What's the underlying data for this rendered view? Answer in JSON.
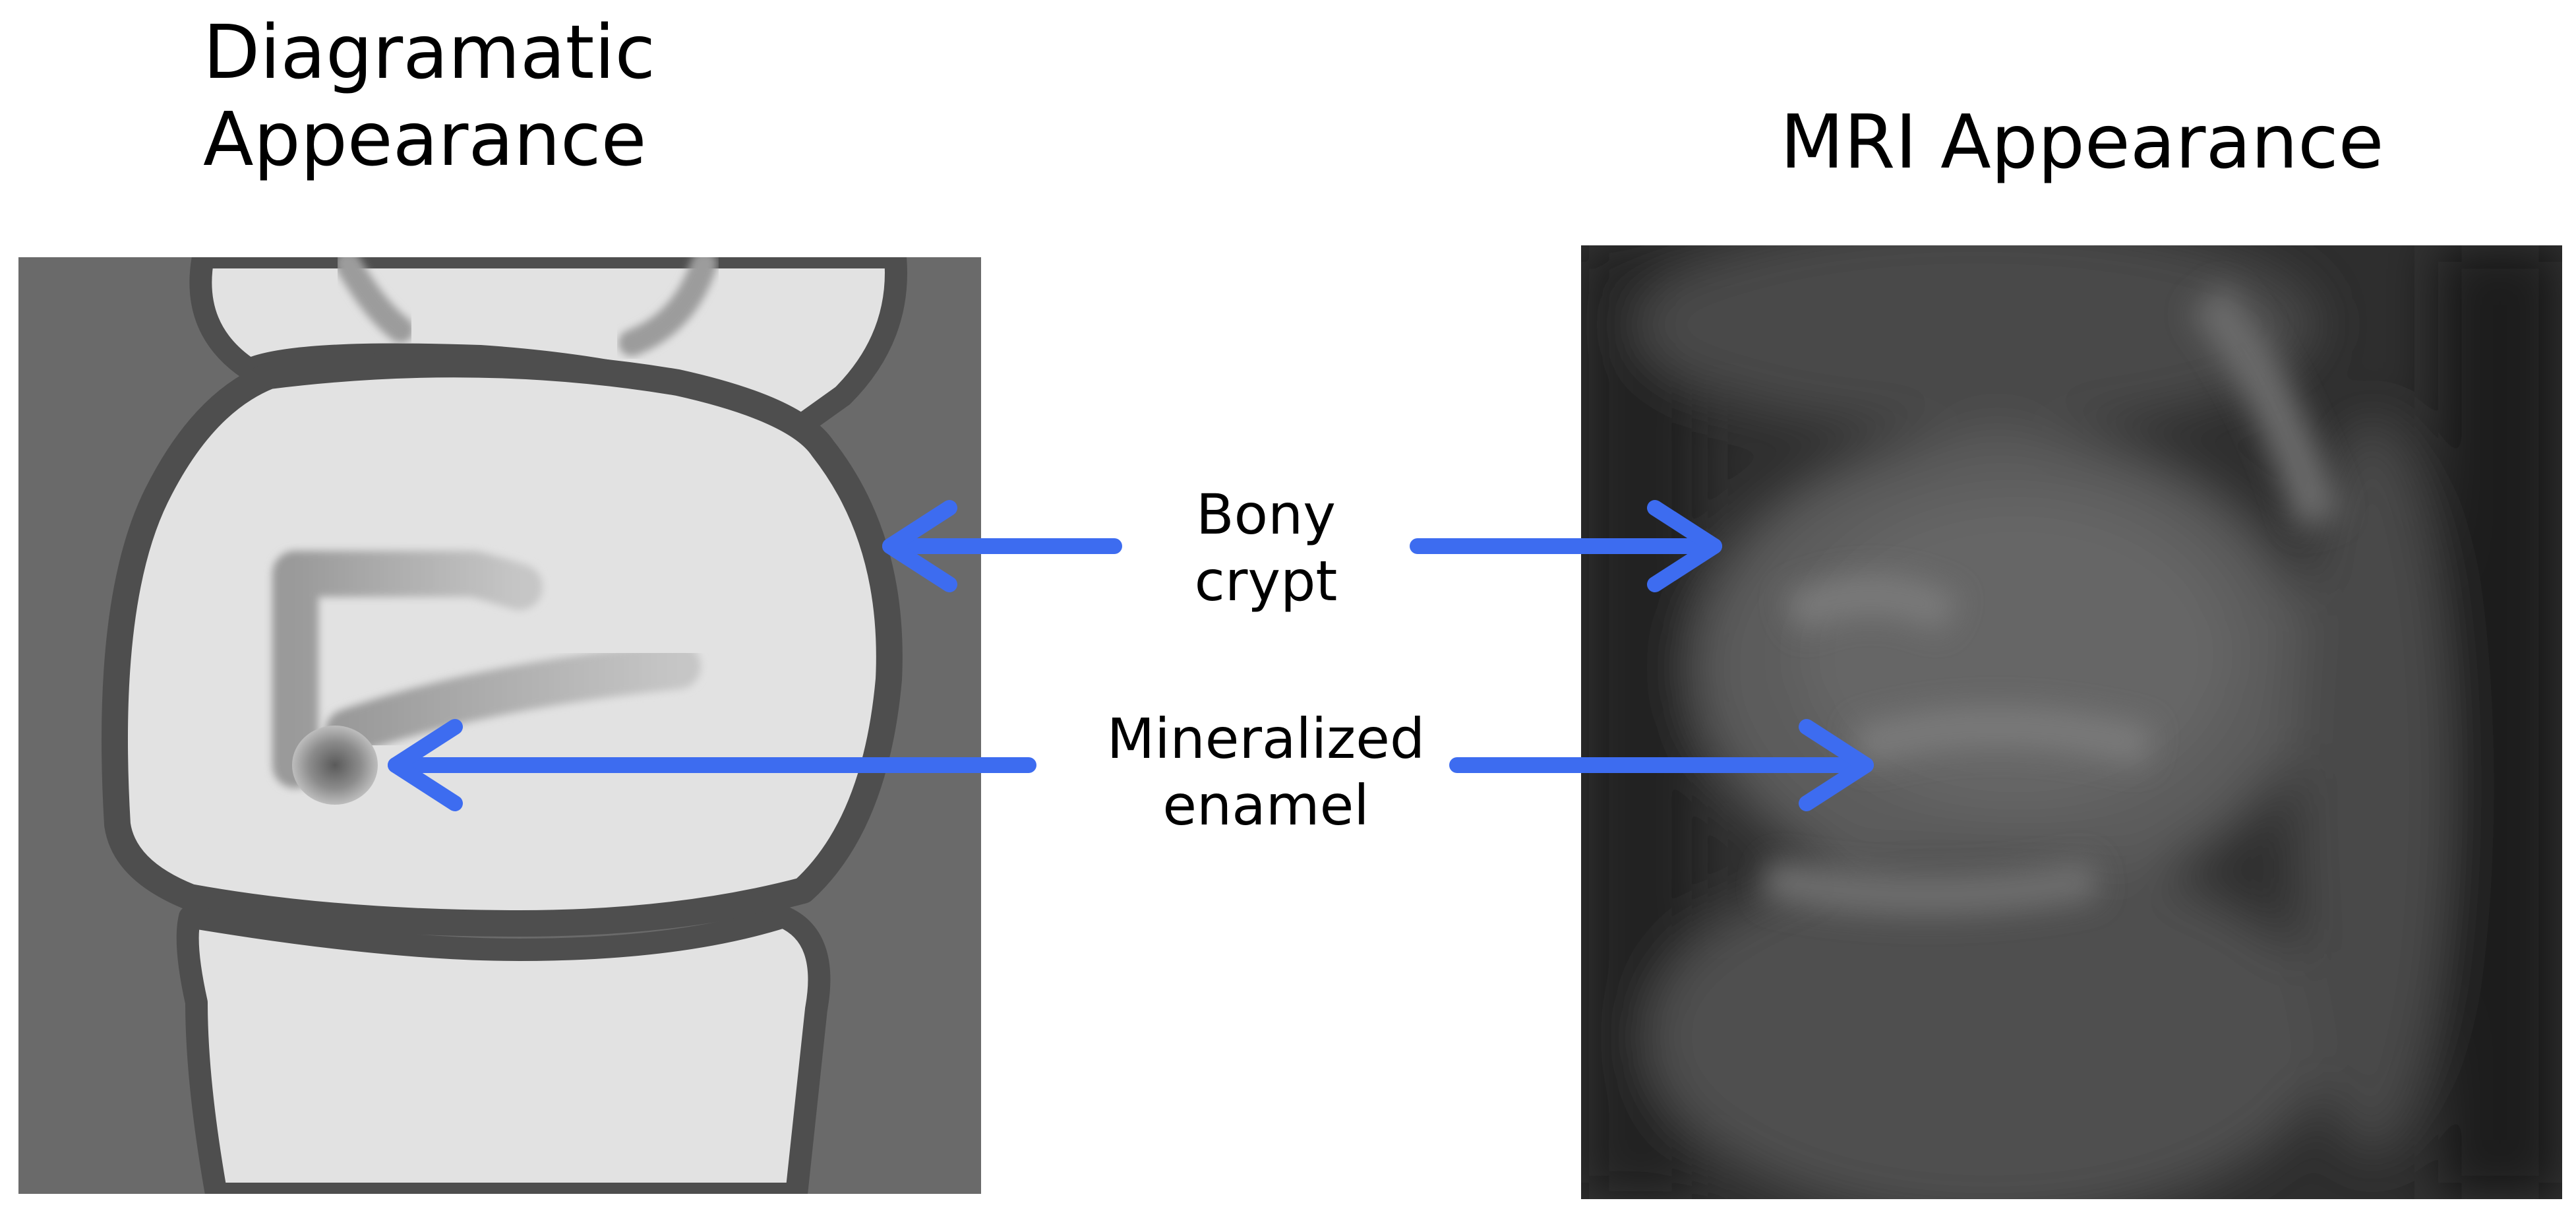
{
  "titles": {
    "left_line1": "Diagramatic",
    "left_line2": "Appearance",
    "right": "MRI Appearance"
  },
  "labels": {
    "bony_line1": "Bony",
    "bony_line2": "crypt",
    "enamel_line1": "Mineralized",
    "enamel_line2": "enamel"
  },
  "colors": {
    "arrow": "#3d6cf0",
    "tissue_bg": "#6a6a6a",
    "crypt_outline": "#4e4e4e",
    "tooth_fill": "#e2e2e2",
    "mri_bg": "#2e2e2e"
  }
}
